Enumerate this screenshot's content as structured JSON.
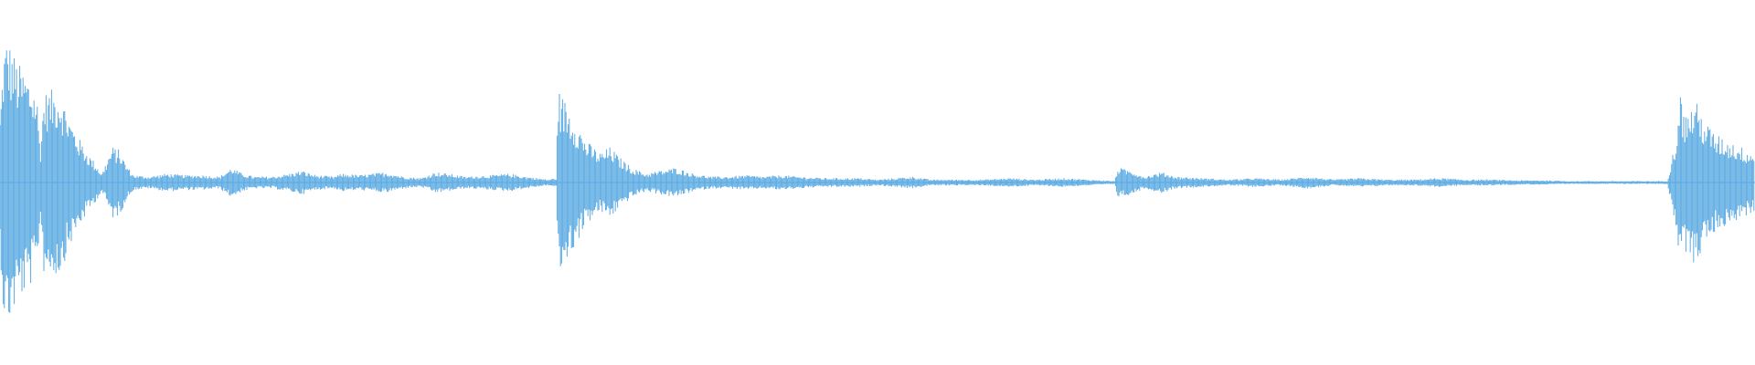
{
  "waveform": {
    "color": "#5aaae3",
    "background": "#ffffff",
    "shape": "audio-amplitude-waveform",
    "envelope": [
      [
        0.0,
        0.45
      ],
      [
        0.002,
        0.88
      ],
      [
        0.004,
        0.98
      ],
      [
        0.006,
        0.92
      ],
      [
        0.01,
        0.8
      ],
      [
        0.016,
        0.72
      ],
      [
        0.021,
        0.6
      ],
      [
        0.023,
        0.22
      ],
      [
        0.025,
        0.6
      ],
      [
        0.03,
        0.62
      ],
      [
        0.034,
        0.62
      ],
      [
        0.036,
        0.55
      ],
      [
        0.04,
        0.42
      ],
      [
        0.045,
        0.3
      ],
      [
        0.05,
        0.2
      ],
      [
        0.055,
        0.12
      ],
      [
        0.058,
        0.06
      ],
      [
        0.06,
        0.12
      ],
      [
        0.064,
        0.24
      ],
      [
        0.068,
        0.22
      ],
      [
        0.072,
        0.12
      ],
      [
        0.076,
        0.05
      ],
      [
        0.085,
        0.04
      ],
      [
        0.095,
        0.06
      ],
      [
        0.105,
        0.05
      ],
      [
        0.115,
        0.05
      ],
      [
        0.125,
        0.04
      ],
      [
        0.132,
        0.1
      ],
      [
        0.138,
        0.06
      ],
      [
        0.145,
        0.04
      ],
      [
        0.155,
        0.04
      ],
      [
        0.165,
        0.06
      ],
      [
        0.172,
        0.08
      ],
      [
        0.18,
        0.05
      ],
      [
        0.19,
        0.04
      ],
      [
        0.195,
        0.06
      ],
      [
        0.205,
        0.05
      ],
      [
        0.212,
        0.06
      ],
      [
        0.22,
        0.07
      ],
      [
        0.23,
        0.04
      ],
      [
        0.24,
        0.03
      ],
      [
        0.248,
        0.07
      ],
      [
        0.255,
        0.06
      ],
      [
        0.265,
        0.04
      ],
      [
        0.28,
        0.05
      ],
      [
        0.29,
        0.06
      ],
      [
        0.3,
        0.04
      ],
      [
        0.312,
        0.02
      ],
      [
        0.317,
        0.03
      ],
      [
        0.318,
        0.62
      ],
      [
        0.322,
        0.55
      ],
      [
        0.328,
        0.42
      ],
      [
        0.334,
        0.28
      ],
      [
        0.342,
        0.2
      ],
      [
        0.348,
        0.24
      ],
      [
        0.352,
        0.18
      ],
      [
        0.36,
        0.1
      ],
      [
        0.368,
        0.06
      ],
      [
        0.376,
        0.08
      ],
      [
        0.385,
        0.1
      ],
      [
        0.395,
        0.06
      ],
      [
        0.405,
        0.04
      ],
      [
        0.415,
        0.04
      ],
      [
        0.425,
        0.05
      ],
      [
        0.435,
        0.04
      ],
      [
        0.445,
        0.05
      ],
      [
        0.455,
        0.04
      ],
      [
        0.47,
        0.03
      ],
      [
        0.49,
        0.03
      ],
      [
        0.5,
        0.02
      ],
      [
        0.51,
        0.03
      ],
      [
        0.52,
        0.04
      ],
      [
        0.53,
        0.02
      ],
      [
        0.545,
        0.02
      ],
      [
        0.56,
        0.02
      ],
      [
        0.575,
        0.03
      ],
      [
        0.59,
        0.02
      ],
      [
        0.605,
        0.03
      ],
      [
        0.62,
        0.02
      ],
      [
        0.635,
        0.01
      ],
      [
        0.637,
        0.1
      ],
      [
        0.645,
        0.08
      ],
      [
        0.652,
        0.04
      ],
      [
        0.662,
        0.07
      ],
      [
        0.67,
        0.04
      ],
      [
        0.685,
        0.03
      ],
      [
        0.7,
        0.02
      ],
      [
        0.715,
        0.03
      ],
      [
        0.73,
        0.02
      ],
      [
        0.745,
        0.04
      ],
      [
        0.76,
        0.02
      ],
      [
        0.775,
        0.03
      ],
      [
        0.79,
        0.02
      ],
      [
        0.805,
        0.02
      ],
      [
        0.82,
        0.03
      ],
      [
        0.835,
        0.02
      ],
      [
        0.85,
        0.02
      ],
      [
        0.865,
        0.015
      ],
      [
        0.88,
        0.015
      ],
      [
        0.895,
        0.01
      ],
      [
        0.91,
        0.01
      ],
      [
        0.925,
        0.01
      ],
      [
        0.94,
        0.01
      ],
      [
        0.95,
        0.01
      ],
      [
        0.955,
        0.3
      ],
      [
        0.957,
        0.62
      ],
      [
        0.96,
        0.45
      ],
      [
        0.966,
        0.55
      ],
      [
        0.972,
        0.4
      ],
      [
        0.978,
        0.32
      ],
      [
        0.985,
        0.28
      ],
      [
        0.992,
        0.24
      ],
      [
        1.0,
        0.2
      ]
    ]
  }
}
